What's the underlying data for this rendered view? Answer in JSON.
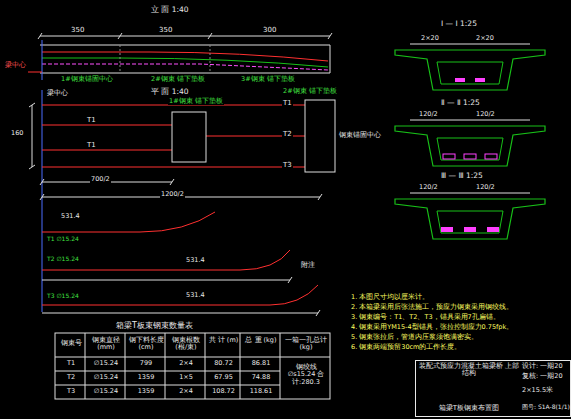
{
  "diagram": {
    "nodes": [
      {
        "text": [
          "装配式预应力混凝土箱梁桥 上部结构",
          "设计: 一期20",
          "复核: 一期20",
          "2×15.5米",
          "箱梁T板钢束布置图",
          "图号: S1A-8(1/1)"
        ]
      }
    ],
    "labels": [
      "立 面 1:40",
      "350",
      "350",
      "300",
      "1#钢束锚固中心",
      "2#钢束 锚下垫板",
      "3#钢束 锚下垫板",
      "梁中心",
      "平 面 1:40",
      "1#钢束 锚下垫板",
      "2#钢束 锚下垫板",
      "T1",
      "T1",
      "T1",
      "T2",
      "T3",
      "钢束锚固中心",
      "160",
      "700/2",
      "1200/2",
      "梁中心",
      "531.4",
      "T1 ∅15.24",
      "531.4",
      "T2 ∅15.24",
      "531.4",
      "T3 ∅15.24",
      "附注",
      "Ⅰ — Ⅰ 1:25",
      "2×20",
      "2×20",
      "Ⅱ — Ⅱ 1:25",
      "120/2",
      "120/2",
      "Ⅲ — Ⅲ 1:25",
      "120/2",
      "120/2",
      "1. 本图尺寸均以厘米计。",
      "2. 本箱梁采用后张法施工，预应力钢束采用钢绞线。",
      "3. 钢束编号：T1、T2、T3，锚具采用7孔扁锚。",
      "4. 钢束采用YM15-4型锚具，张拉控制应力0.75fpk。",
      "5. 钢束张拉后，管道内压浆须饱满密实。",
      "6. 钢束两端预留30cm的工作长度。",
      "箱梁T板束钢束数量表",
      "钢束号",
      "钢束直径 (mm)",
      "钢下料长度 (cm)",
      "钢束根数 (根/束)",
      "共 计 (m)",
      "总 重 (kg)",
      "一箱一孔总计 (kg)",
      "T1",
      "∅15.24",
      "799",
      "2×4",
      "80.72",
      "86.81",
      "T2",
      "∅15.24",
      "1359",
      "1×5",
      "67.95",
      "74.88",
      "T3",
      "∅15.24",
      "1359",
      "2×4",
      "108.72",
      "118.61",
      "钢绞线∅s15.24 合计:280.3"
    ]
  }
}
